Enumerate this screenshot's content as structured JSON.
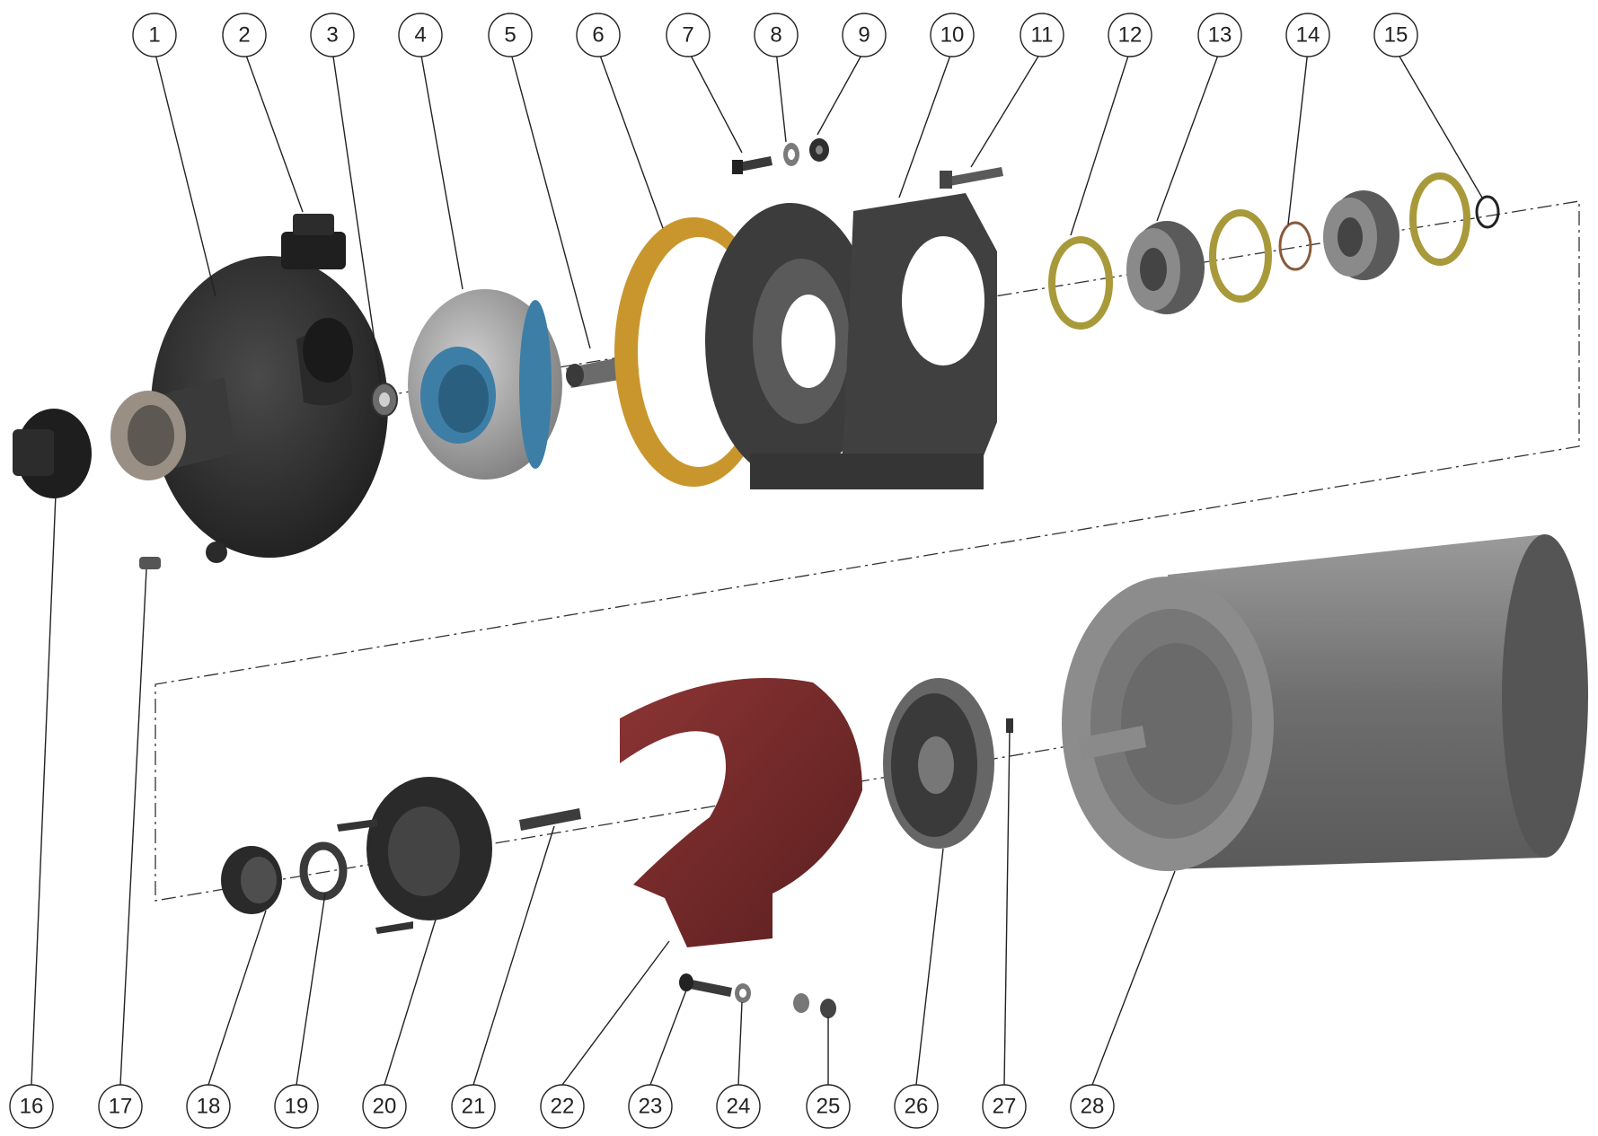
{
  "diagram": {
    "type": "exploded-assembly",
    "balloons": [
      "1",
      "2",
      "3",
      "4",
      "5",
      "6",
      "7",
      "8",
      "9",
      "10",
      "11",
      "12",
      "13",
      "14",
      "15",
      "16",
      "17",
      "18",
      "19",
      "20",
      "21",
      "22",
      "23",
      "24",
      "25",
      "26",
      "27",
      "28"
    ]
  },
  "colors": {
    "housing": "#2e2e2e",
    "metal": "#8a8a8a",
    "gasket": "#c9962e",
    "impeller_blue": "#3d7ea6",
    "guard_red": "#7a2a2a",
    "shim_ring": "#a89a3a",
    "motor": "#7c7c7c",
    "line": "#222222"
  }
}
